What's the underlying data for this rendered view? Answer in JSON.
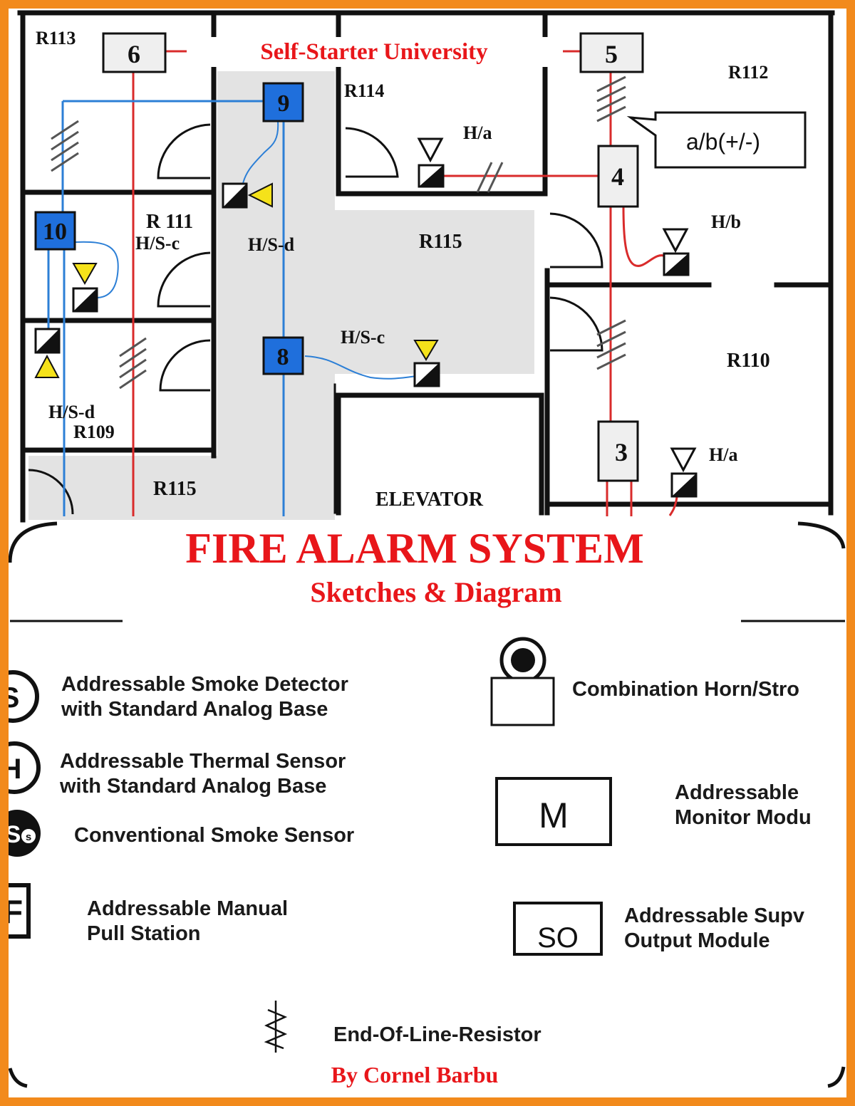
{
  "colors": {
    "frame": "#f28a1c",
    "red_wire": "#d92b2b",
    "blue_wire": "#2c7fd6",
    "module_blue": "#1f6fdc",
    "title_red": "#e8161a",
    "floor_gray": "#e3e3e3",
    "horn_yellow": "#f5e21a"
  },
  "plan": {
    "university": "Self-Starter University",
    "rooms": {
      "r113": "R113",
      "r114": "R114",
      "r112": "R112",
      "r111": "R 111",
      "r115_top": "R115",
      "r110": "R110",
      "r109": "R109",
      "r115_bottom": "R115",
      "elevator": "ELEVATOR"
    },
    "modules": {
      "m6": "6",
      "m5": "5",
      "m9": "9",
      "m4": "4",
      "m10": "10",
      "m8": "8",
      "m3": "3"
    },
    "device_labels": {
      "ha_top": "H/a",
      "hb": "H/b",
      "hsc_r111": "H/S-c",
      "hsd_corridor": "H/S-d",
      "hsc_corridor": "H/S-c",
      "hsd_r109": "H/S-d",
      "ha_r110": "H/a"
    },
    "callout": "a/b(+/-)"
  },
  "title": {
    "main": "FIRE ALARM SYSTEM",
    "sub": "Sketches & Diagram"
  },
  "legend": {
    "smoke_detector": [
      "Addressable Smoke Detector",
      "with Standard Analog Base"
    ],
    "thermal_sensor": [
      "Addressable Thermal Sensor",
      "with Standard Analog Base"
    ],
    "conventional_smoke": "Conventional Smoke Sensor",
    "pull_station": [
      "Addressable Manual",
      "Pull Station"
    ],
    "horn_strobe": "Combination Horn/Stro",
    "monitor_module": [
      "Addressable",
      "Monitor Modu"
    ],
    "monitor_symbol": "M",
    "supervised_output": [
      "Addressable Supv",
      "Output Module"
    ],
    "so_symbol": "SO",
    "eol_resistor": "End-Of-Line-Resistor"
  },
  "author": "By Cornel Barbu"
}
